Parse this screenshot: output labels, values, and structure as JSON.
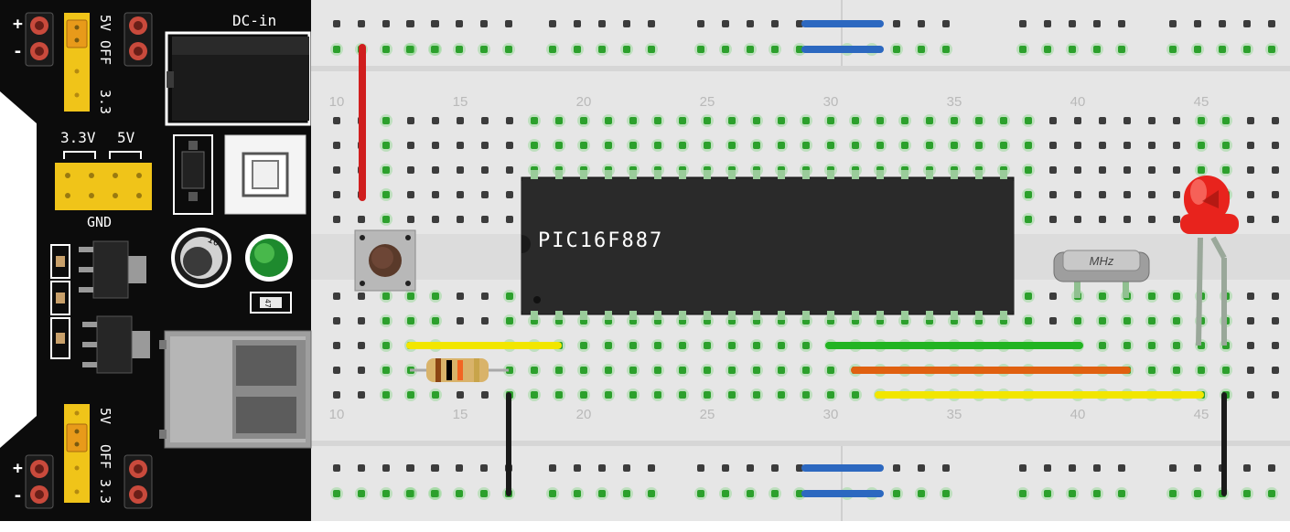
{
  "breadboard": {
    "numbers_top": [
      "10",
      "15",
      "20",
      "25",
      "30",
      "35",
      "40",
      "45"
    ],
    "numbers_bottom": [
      "10",
      "15",
      "20",
      "25",
      "30",
      "35",
      "40",
      "45"
    ],
    "colors": {
      "board": "#e6e6e6",
      "board_channel": "#dcdcdc",
      "hole": "#3c3c3c",
      "hole_connected": "#2ca02c"
    }
  },
  "power_module": {
    "plus_top": "+",
    "minus_top": "-",
    "plus_bottom": "+",
    "minus_bottom": "-",
    "jumper_top_5v": "5V",
    "jumper_top_off": "OFF",
    "jumper_top_33": "3.3",
    "dc_in_label": "DC-in",
    "header_33v": "3.3V",
    "header_5v": "5V",
    "gnd_label": "GND",
    "jumper_bottom_5v": "5V",
    "jumper_bottom_off": "OFF",
    "jumper_bottom_33": "3.3",
    "pot_marking": "10",
    "small_chip_marking": "472"
  },
  "components": {
    "ic_label": "PIC16F887",
    "crystal_label": "MHz",
    "led_color": "#e8231d",
    "resistor_bands": [
      "#8b4513",
      "#000000",
      "#f26522",
      "#c8a44a"
    ]
  },
  "wires": {
    "red": "#d01e1e",
    "blue": "#2c68c0",
    "yellow": "#f2e600",
    "green": "#22b422",
    "orange": "#e06010",
    "black": "#1a1a1a"
  }
}
